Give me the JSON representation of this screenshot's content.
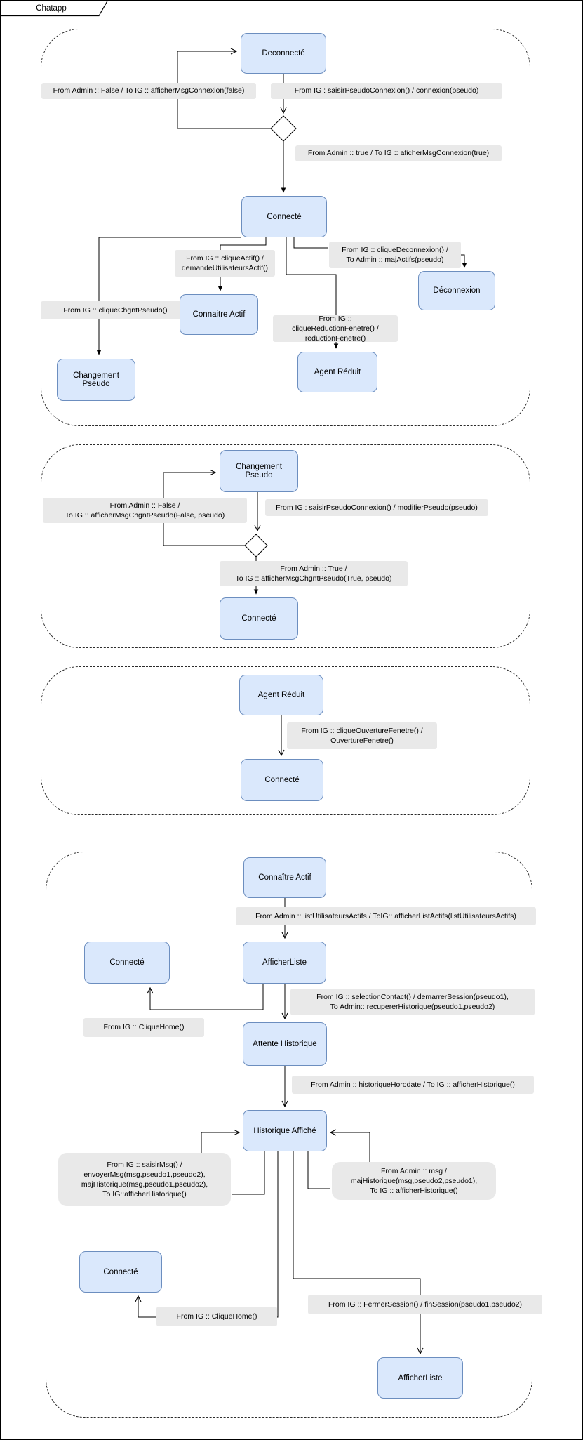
{
  "frame": {
    "title": "Chatapp"
  },
  "colors": {
    "state_fill": "#dae8fc",
    "state_border": "#6c8ebf",
    "label_bg": "#e9e9e9",
    "line": "#000000"
  },
  "sections": {
    "s1": {
      "states": {
        "deconnecte": "Deconnecté",
        "connecte": "Connecté",
        "connaitre_actif": "Connaitre Actif",
        "changement_pseudo": "Changement Pseudo",
        "agent_reduit": "Agent Réduit",
        "deconnexion": "Déconnexion"
      },
      "labels": {
        "admin_false": "From Admin :: False  / To IG :: afficherMsgConnexion(false)",
        "saisir_connexion": "From IG : saisirPseudoConnexion() / connexion(pseudo)",
        "admin_true": "From Admin :: true  / To IG :: aficherMsgConnexion(true)",
        "clique_actif": "From IG :: cliqueActif() /\ndemandeUtilisateursActif()",
        "clique_chgnt_pseudo": "From IG :: cliqueChgntPseudo()",
        "clique_deconnexion": "From IG :: cliqueDeconnexion() /\nTo Admin :: majActifs(pseudo)",
        "clique_reduction": "From IG :: cliqueReductionFenetre() /\nreductionFenetre()"
      }
    },
    "s2": {
      "states": {
        "changement_pseudo": "Changement Pseudo",
        "connecte": "Connecté"
      },
      "labels": {
        "admin_false": "From Admin :: False /\nTo IG :: afficherMsgChgntPseudo(False, pseudo)",
        "saisir_modifier": "From IG : saisirPseudoConnexion() / modifierPseudo(pseudo)",
        "admin_true": "From Admin :: True /\nTo IG :: afficherMsgChgntPseudo(True, pseudo)"
      }
    },
    "s3": {
      "states": {
        "agent_reduit": "Agent Réduit",
        "connecte": "Connecté"
      },
      "labels": {
        "ouverture": "From IG :: cliqueOuvertureFenetre() /\nOuvertureFenetre()"
      }
    },
    "s4": {
      "states": {
        "connaitre_actif": "Connaître Actif",
        "connecte_top": "Connecté",
        "afficher_liste_top": "AfficherListe",
        "attente_historique": "Attente Historique",
        "historique_affiche": "Historique Affiché",
        "connecte_bottom": "Connecté",
        "afficher_liste_bottom": "AfficherListe"
      },
      "labels": {
        "list_actifs": "From Admin :: listUtilisateursActifs / ToIG:: afficherListActifs(listUtilisateursActifs)",
        "selection_contact": "From IG :: selectionContact() / demarrerSession(pseudo1),\nTo Admin:: recupererHistorique(pseudo1,pseudo2)",
        "clique_home_top": "From IG :: CliqueHome()",
        "historique_horodate": "From Admin :: historiqueHorodate / To IG :: afficherHistorique()",
        "saisir_msg": "From IG :: saisirMsg() /\nenvoyerMsg(msg,pseudo1,pseudo2),\nmajHistorique(msg,pseudo1,pseudo2),\nTo IG::afficherHistorique()",
        "admin_msg": "From Admin :: msg /\nmajHistorique(msg,pseudo2,pseudo1),\nTo IG :: afficherHistorique()",
        "clique_home_bottom": "From IG :: CliqueHome()",
        "fermer_session": "From IG :: FermerSession() / finSession(pseudo1,pseudo2)"
      }
    }
  }
}
